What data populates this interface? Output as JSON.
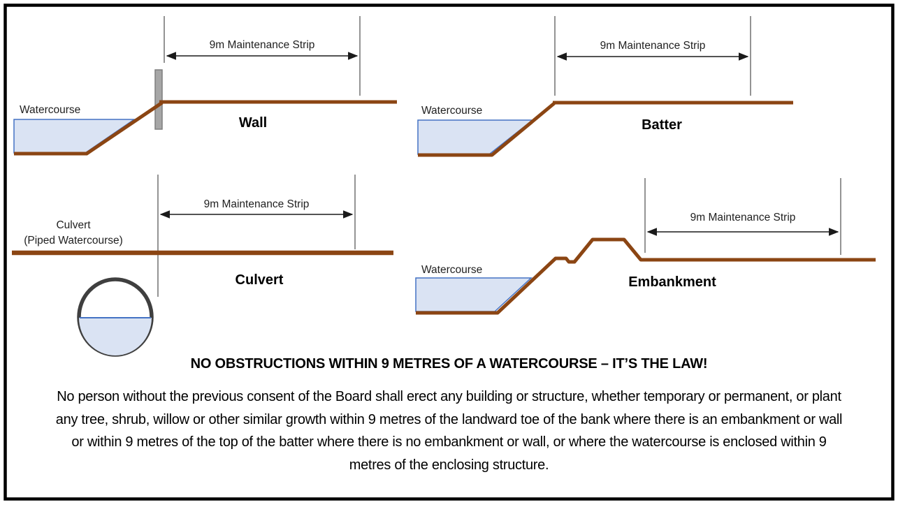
{
  "diagrams": {
    "wall": {
      "watercourse_label": "Watercourse",
      "dimension_label": "9m Maintenance Strip",
      "title": "Wall"
    },
    "batter": {
      "watercourse_label": "Watercourse",
      "dimension_label": "9m Maintenance Strip",
      "title": "Batter"
    },
    "culvert": {
      "source_label_line1": "Culvert",
      "source_label_line2": "(Piped Watercourse)",
      "dimension_label": "9m Maintenance Strip",
      "title": "Culvert"
    },
    "embankment": {
      "watercourse_label": "Watercourse",
      "dimension_label": "9m Maintenance Strip",
      "title": "Embankment"
    }
  },
  "notice": {
    "heading": "NO OBSTRUCTIONS WITHIN 9 METRES OF A WATERCOURSE – IT’S THE LAW!",
    "body_lines": [
      "No person without the previous consent of the Board shall erect any building or structure, whether temporary or permanent, or plant",
      "any tree, shrub, willow or other similar growth within 9 metres of the landward toe of the bank where there is an embankment or wall",
      "or within 9 metres of the top of the batter where there is no embankment or wall, or where the watercourse is enclosed within 9",
      "metres of the enclosing structure."
    ]
  },
  "colors": {
    "bank_brown": "#8B4513",
    "water_fill": "#DAE3F3",
    "water_outline": "#4472C4",
    "wall_gray": "#A6A6A6",
    "wall_gray_border": "#7F7F7F",
    "pipe_outline": "#3F3F3F",
    "dimension_line": "#404040",
    "border_black": "#000000"
  }
}
